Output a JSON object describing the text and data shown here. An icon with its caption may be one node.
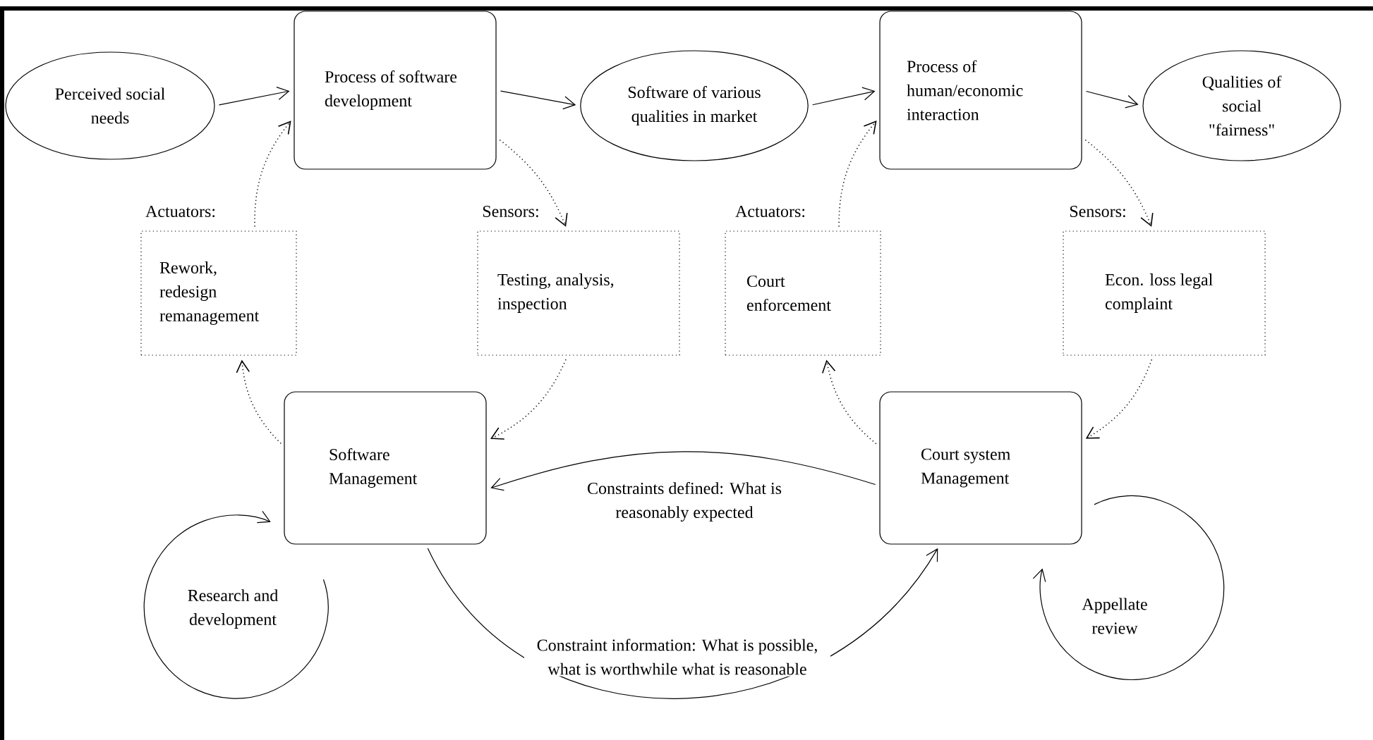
{
  "diagram": {
    "nodes": [
      {
        "text": [
          "Perceived social needs"
        ]
      },
      {
        "text": [
          "Process of software development"
        ]
      },
      {
        "text": [
          "Software of various qualities in market"
        ]
      },
      {
        "text": [
          "Process of human/economic interaction"
        ]
      },
      {
        "text": [
          "Qualities of social \"fairness\""
        ]
      },
      {
        "text": [
          "Rework, redesign remanagement"
        ]
      },
      {
        "text": [
          "Testing, analysis, inspection"
        ]
      },
      {
        "text": [
          "Court enforcement"
        ]
      },
      {
        "text": [
          "Econ. loss legal complaint"
        ]
      },
      {
        "text": [
          "Software Management"
        ]
      },
      {
        "text": [
          "Court system Management"
        ]
      }
    ],
    "edges": [
      {
        "from": 0,
        "to": 1,
        "arrow": "to"
      },
      {
        "from": 1,
        "to": 2,
        "arrow": "to"
      },
      {
        "from": 2,
        "to": 3,
        "arrow": "to"
      },
      {
        "from": 3,
        "to": 4,
        "arrow": "to"
      },
      {
        "from": 1,
        "to": 6,
        "arrow": "to",
        "style": "dashed",
        "label": "Sensors:"
      },
      {
        "from": 6,
        "to": 9,
        "arrow": "to",
        "style": "dashed"
      },
      {
        "from": 9,
        "to": 5,
        "arrow": "to",
        "style": "dashed"
      },
      {
        "from": 5,
        "to": 1,
        "arrow": "to",
        "style": "dashed",
        "label": "Actuators:"
      },
      {
        "from": 3,
        "to": 8,
        "arrow": "to",
        "style": "dashed",
        "label": "Sensors:"
      },
      {
        "from": 8,
        "to": 10,
        "arrow": "to",
        "style": "dashed"
      },
      {
        "from": 10,
        "to": 7,
        "arrow": "to",
        "style": "dashed"
      },
      {
        "from": 7,
        "to": 3,
        "arrow": "to",
        "style": "dashed",
        "label": "Actuators:"
      },
      {
        "from": 10,
        "to": 9,
        "arrow": "to",
        "label": "Constraints defined: What is reasonably expected"
      },
      {
        "from": 9,
        "to": 10,
        "arrow": "to",
        "label": "Constraint information: What is possible, what is worthwhile what is reasonable"
      },
      {
        "from": 9,
        "to": 9,
        "arrow": "to",
        "label": "Research and development"
      },
      {
        "from": 10,
        "to": 10,
        "arrow": "to",
        "label": "Appellate review"
      }
    ]
  }
}
